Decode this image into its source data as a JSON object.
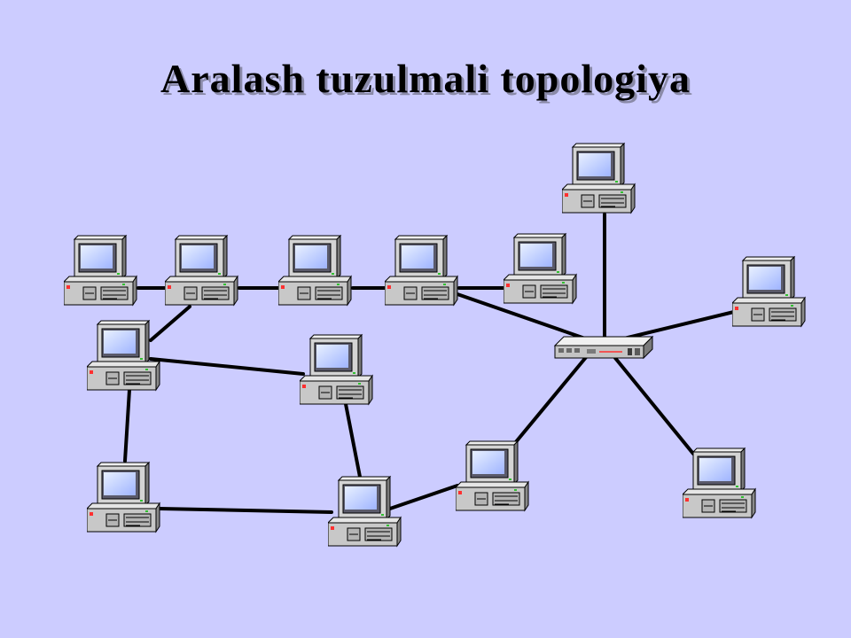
{
  "slide": {
    "title": "Aralash tuzulmali topologiya"
  },
  "nodes": [
    {
      "id": "pc-top-1"
    },
    {
      "id": "pc-top-2"
    },
    {
      "id": "pc-top-3"
    },
    {
      "id": "pc-top-4"
    },
    {
      "id": "pc-top-5"
    },
    {
      "id": "pc-star-top"
    },
    {
      "id": "pc-star-right"
    },
    {
      "id": "pc-ring-upper-left"
    },
    {
      "id": "pc-ring-upper-right"
    },
    {
      "id": "pc-ring-lower-left"
    },
    {
      "id": "pc-ring-lower-right"
    },
    {
      "id": "pc-star-bottom-center"
    },
    {
      "id": "pc-star-bottom-right"
    },
    {
      "id": "hub"
    }
  ],
  "links": [
    [
      "pc-top-1",
      "pc-top-2"
    ],
    [
      "pc-top-2",
      "pc-top-3"
    ],
    [
      "pc-top-3",
      "pc-top-4"
    ],
    [
      "pc-top-4",
      "pc-top-5"
    ],
    [
      "pc-top-5",
      "hub"
    ],
    [
      "pc-star-top",
      "hub"
    ],
    [
      "pc-star-right",
      "hub"
    ],
    [
      "hub",
      "pc-star-bottom-center"
    ],
    [
      "hub",
      "pc-star-bottom-right"
    ],
    [
      "pc-top-2",
      "pc-ring-upper-left"
    ],
    [
      "pc-ring-upper-left",
      "pc-ring-upper-right"
    ],
    [
      "pc-ring-upper-left",
      "pc-ring-lower-left"
    ],
    [
      "pc-ring-lower-left",
      "pc-ring-lower-right"
    ],
    [
      "pc-ring-upper-right",
      "pc-ring-lower-right"
    ],
    [
      "pc-ring-lower-right",
      "pc-star-bottom-center"
    ]
  ],
  "colors": {
    "background": "#ccccff",
    "screen": "#b8c8ff",
    "chassis": "#c8c8c8",
    "power_led": "#ff3030",
    "status_led": "#30c030"
  }
}
